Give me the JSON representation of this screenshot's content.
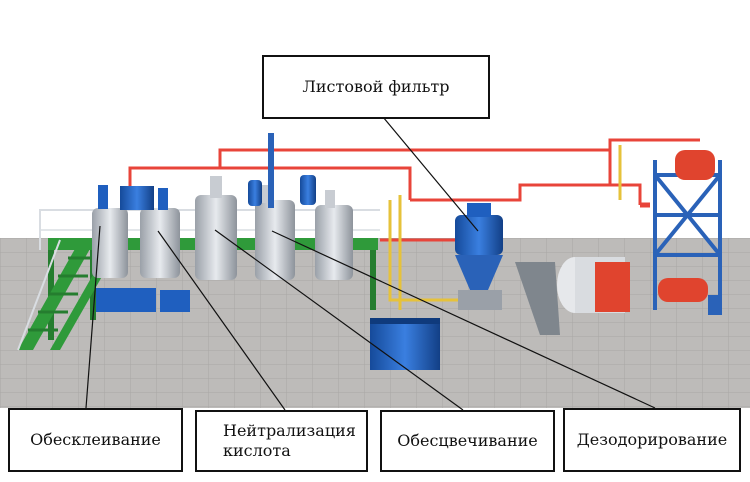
{
  "labels": {
    "leaf_filter": "Листовой фильтр",
    "degumming": "Обесклеивание",
    "neutralization_line1": "Нейтрализация",
    "neutralization_line2": "кислота",
    "bleaching": "Обесцвечивание",
    "deodorization": "Дезодорирование"
  },
  "colors": {
    "platform_green": "#2f9a3a",
    "tank_blue": "#1f5fbf",
    "steel": "#c8ccd2",
    "pipe_red": "#e8443a",
    "pipe_yellow": "#e6c23a",
    "floor": "#b9b7b5",
    "tower_blue": "#2a62b8",
    "tank_red": "#e0442e"
  }
}
